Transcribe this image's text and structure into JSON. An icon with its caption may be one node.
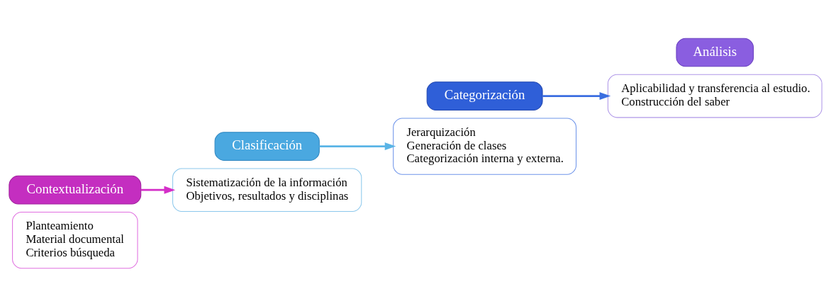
{
  "diagram": {
    "nodes": [
      {
        "text": [
          "Planteamiento",
          "Material documental",
          "Criterios búsqueda"
        ]
      },
      {
        "text": [
          "Contextualización"
        ]
      },
      {
        "text": [
          "Clasificación"
        ]
      },
      {
        "text": [
          "Sistematización de la información",
          "Objetivos, resultados y disciplinas"
        ]
      },
      {
        "text": [
          "Jerarquización",
          "Generación de clases",
          "Categorización interna y externa."
        ]
      },
      {
        "text": [
          "Categorización"
        ]
      },
      {
        "text": [
          "Análisis"
        ]
      },
      {
        "text": [
          "Aplicabilidad y transferencia al estudio.",
          "Construcción del saber"
        ]
      }
    ],
    "edges": [
      {
        "from": 1,
        "to": 3,
        "arrow": "to",
        "color": "#d42fc8"
      },
      {
        "from": 2,
        "to": 4,
        "arrow": "to",
        "color": "#5ab4e6"
      },
      {
        "from": 5,
        "to": 7,
        "arrow": "to",
        "color": "#3a6de0"
      }
    ]
  }
}
